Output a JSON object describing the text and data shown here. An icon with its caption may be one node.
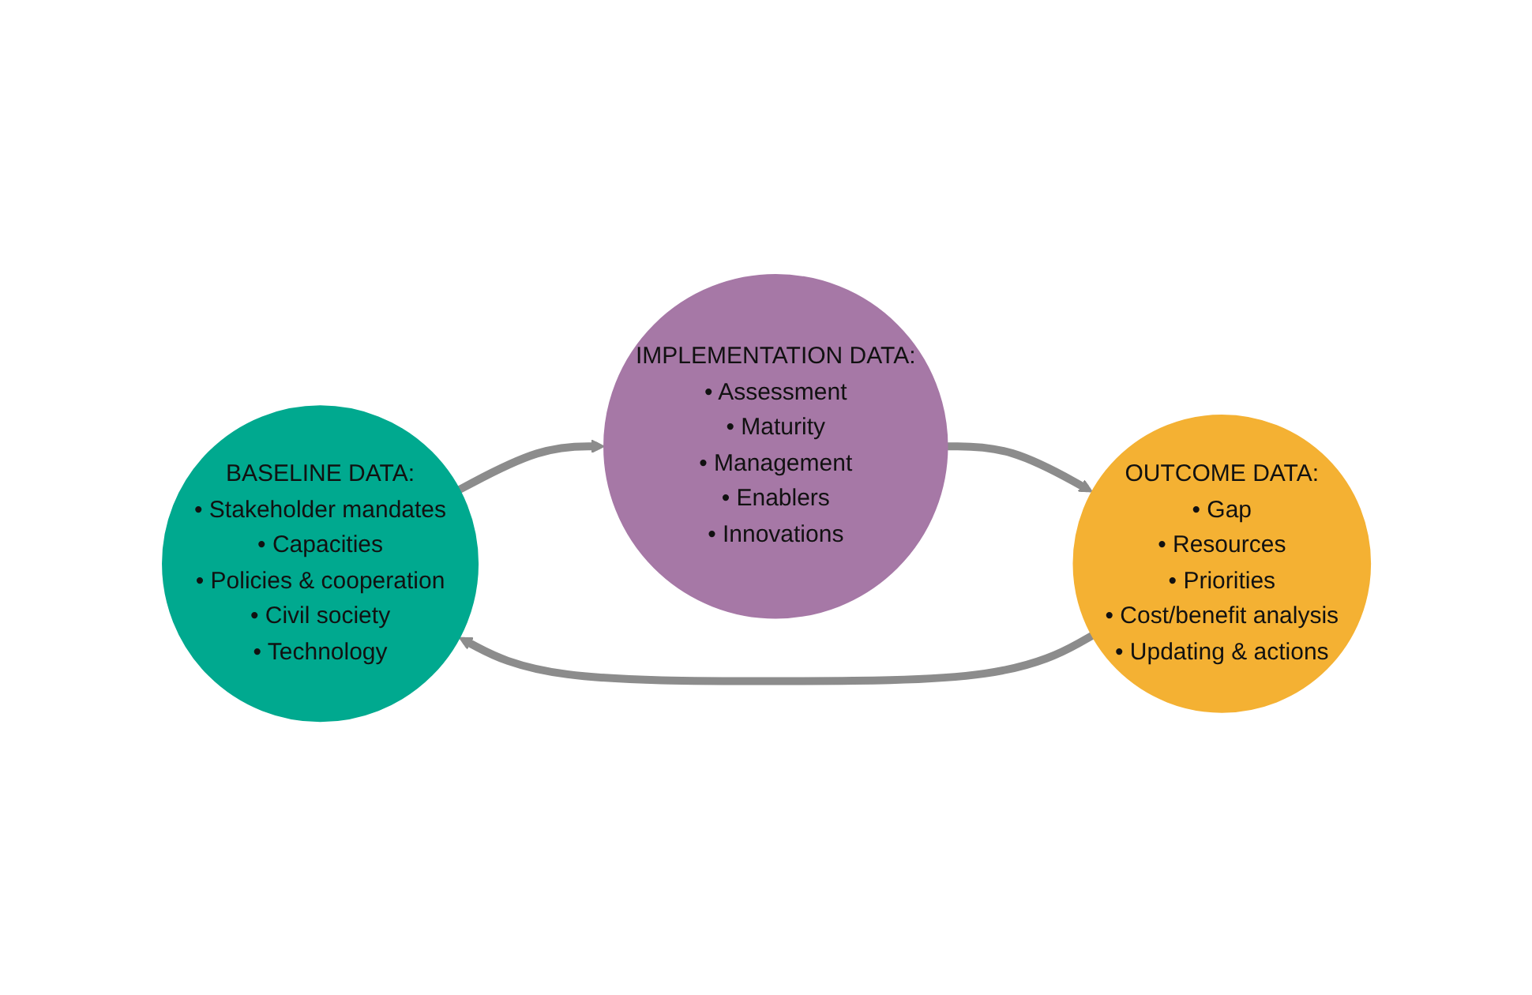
{
  "diagram": {
    "nodes": [
      {
        "text": [
          "BASELINE DATA:",
          "• Stakeholder mandates",
          "• Capacities",
          "• Policies & cooperation",
          "• Civil society",
          "• Technology"
        ]
      },
      {
        "text": [
          "OUTCOME DATA:",
          "• Gap",
          "• Resources",
          "• Priorities",
          "• Cost/benefit analysis",
          "• Updating & actions"
        ]
      },
      {
        "text": [
          "IMPLEMENTATION DATA:",
          "• Assessment",
          "• Maturity",
          "• Management",
          "• Enablers",
          "• Innovations"
        ]
      }
    ],
    "edges": [
      {
        "from": 1,
        "to": 0,
        "arrow": "to"
      },
      {
        "from": 0,
        "to": 2,
        "arrow": "to"
      },
      {
        "from": 2,
        "to": 1,
        "arrow": "to"
      }
    ]
  }
}
